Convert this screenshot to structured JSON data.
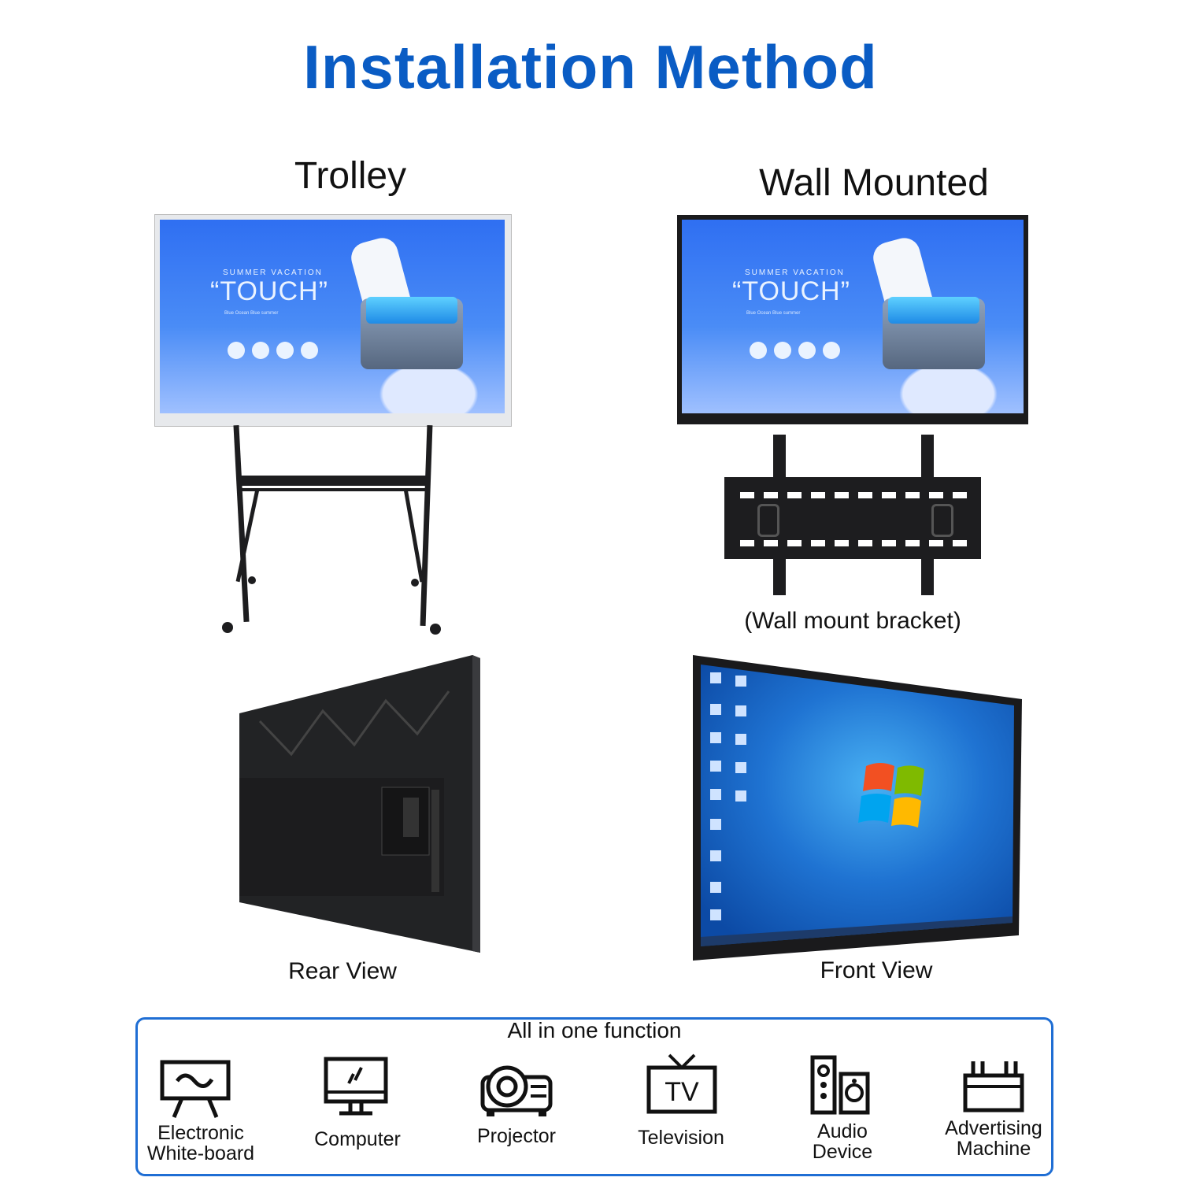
{
  "title": "Installation Method",
  "sections": {
    "trolley": {
      "label": "Trolley"
    },
    "wall": {
      "label": "Wall Mounted",
      "bracket_caption": "(Wall mount bracket)"
    }
  },
  "screen": {
    "subtitle": "SUMMER VACATION",
    "headline": "“TOUCH”",
    "small_text": "Blue Ocean Blue summer"
  },
  "views": {
    "rear": "Rear View",
    "front": "Front View"
  },
  "functions": {
    "title": "All in one function",
    "items": [
      {
        "label_line1": "Electronic",
        "label_line2": "White-board",
        "icon": "whiteboard-icon"
      },
      {
        "label_line1": "Computer",
        "label_line2": "",
        "icon": "computer-icon"
      },
      {
        "label_line1": "Projector",
        "label_line2": "",
        "icon": "projector-icon"
      },
      {
        "label_line1": "Television",
        "label_line2": "",
        "icon": "tv-icon",
        "icon_text": "TV"
      },
      {
        "label_line1": "Audio",
        "label_line2": "Device",
        "icon": "speaker-icon"
      },
      {
        "label_line1": "Advertising",
        "label_line2": "Machine",
        "icon": "advertising-icon"
      }
    ]
  },
  "colors": {
    "title": "#0a5cc4",
    "frame": "#1f6ed4",
    "screen_blue": "#3b7df3"
  }
}
